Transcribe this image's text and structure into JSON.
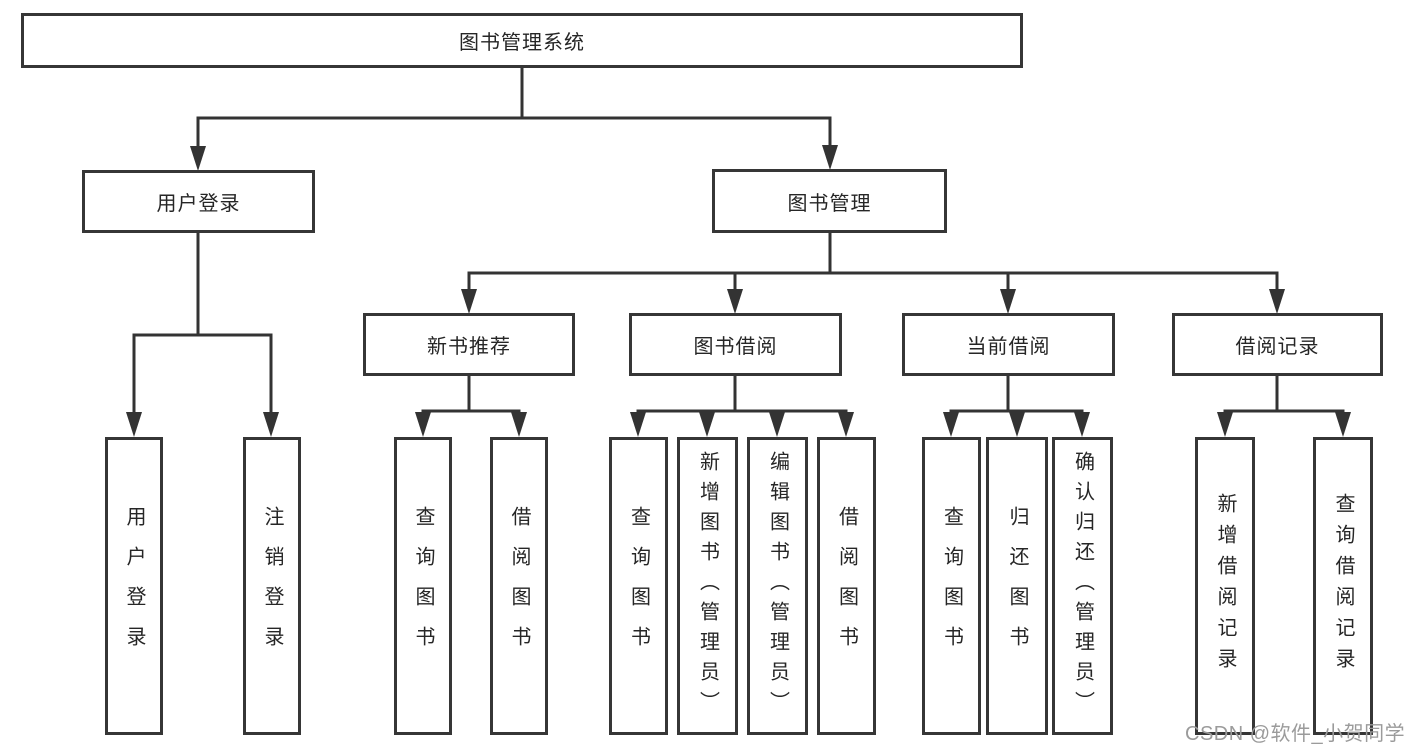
{
  "nodes": {
    "root": "图书管理系统",
    "user_login": "用户登录",
    "book_mgmt": "图书管理",
    "new_books": "新书推荐",
    "book_borrow": "图书借阅",
    "current_borrow": "当前借阅",
    "borrow_records": "借阅记录",
    "leaf_user_login": "用户登录",
    "leaf_logout": "注销登录",
    "leaf_nb_query": "查询图书",
    "leaf_nb_borrow": "借阅图书",
    "leaf_bb_query": "查询图书",
    "leaf_bb_add": "新增图书（管理员）",
    "leaf_bb_edit": "编辑图书（管理员）",
    "leaf_bb_borrow": "借阅图书",
    "leaf_cb_query": "查询图书",
    "leaf_cb_return": "归还图书",
    "leaf_cb_confirm": "确认归还（管理员）",
    "leaf_br_add": "新增借阅记录",
    "leaf_br_query": "查询借阅记录"
  },
  "watermark": {
    "text": "CSDN @软件_小贺同学"
  },
  "colors": {
    "line": "#333333",
    "box_border": "#363636",
    "text": "#262626",
    "watermark": "#9b9b9b",
    "background": "#ffffff"
  }
}
